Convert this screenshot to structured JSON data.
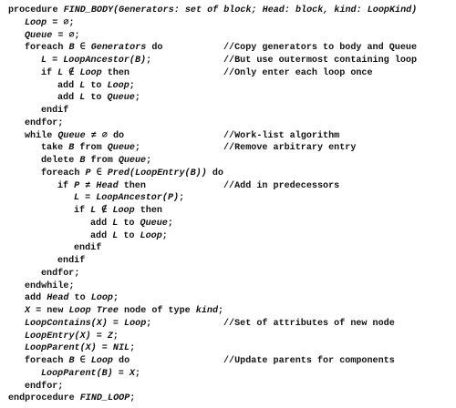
{
  "lines": [
    {
      "indent": 0,
      "code": [
        [
          "procedure ",
          false
        ],
        [
          "FIND_BODY(Generators: set of block; Head: block, kind: LoopKind)",
          true
        ]
      ],
      "comment": ""
    },
    {
      "indent": 1,
      "code": [
        [
          "Loop",
          true
        ],
        [
          " = ",
          false
        ],
        [
          "∅",
          true
        ],
        [
          ";",
          false
        ]
      ],
      "comment": ""
    },
    {
      "indent": 1,
      "code": [
        [
          "Queue",
          true
        ],
        [
          " = ",
          false
        ],
        [
          "∅",
          true
        ],
        [
          ";",
          false
        ]
      ],
      "comment": ""
    },
    {
      "indent": 1,
      "code": [
        [
          "foreach ",
          false
        ],
        [
          "B",
          true
        ],
        [
          " ∈ ",
          false
        ],
        [
          "Generators",
          true
        ],
        [
          " do",
          false
        ]
      ],
      "comment": "//Copy generators to body and Queue"
    },
    {
      "indent": 2,
      "code": [
        [
          "L",
          true
        ],
        [
          " = ",
          false
        ],
        [
          "LoopAncestor(B)",
          true
        ],
        [
          ";",
          false
        ]
      ],
      "comment": "//But use outermost containing loop"
    },
    {
      "indent": 2,
      "code": [
        [
          "if ",
          false
        ],
        [
          "L",
          true
        ],
        [
          " ∉ ",
          false
        ],
        [
          "Loop",
          true
        ],
        [
          " then",
          false
        ]
      ],
      "comment": "//Only enter each loop once"
    },
    {
      "indent": 3,
      "code": [
        [
          "add ",
          false
        ],
        [
          "L",
          true
        ],
        [
          " to ",
          false
        ],
        [
          "Loop",
          true
        ],
        [
          ";",
          false
        ]
      ],
      "comment": ""
    },
    {
      "indent": 3,
      "code": [
        [
          "add ",
          false
        ],
        [
          "L",
          true
        ],
        [
          " to ",
          false
        ],
        [
          "Queue",
          true
        ],
        [
          ";",
          false
        ]
      ],
      "comment": ""
    },
    {
      "indent": 2,
      "code": [
        [
          "endif",
          false
        ]
      ],
      "comment": ""
    },
    {
      "indent": 1,
      "code": [
        [
          "endfor;",
          false
        ]
      ],
      "comment": ""
    },
    {
      "indent": 1,
      "code": [
        [
          "while ",
          false
        ],
        [
          "Queue",
          true
        ],
        [
          " ≠ ∅ do",
          false
        ]
      ],
      "comment": "//Work-list algorithm"
    },
    {
      "indent": 2,
      "code": [
        [
          "take ",
          false
        ],
        [
          "B",
          true
        ],
        [
          " from ",
          false
        ],
        [
          "Queue",
          true
        ],
        [
          ";",
          false
        ]
      ],
      "comment": "//Remove arbitrary entry"
    },
    {
      "indent": 2,
      "code": [
        [
          "delete ",
          false
        ],
        [
          "B",
          true
        ],
        [
          " from ",
          false
        ],
        [
          "Queue",
          true
        ],
        [
          ";",
          false
        ]
      ],
      "comment": ""
    },
    {
      "indent": 2,
      "code": [
        [
          "foreach ",
          false
        ],
        [
          "P",
          true
        ],
        [
          " ∈ ",
          false
        ],
        [
          "Pred(LoopEntry(B))",
          true
        ],
        [
          " do",
          false
        ]
      ],
      "comment": ""
    },
    {
      "indent": 3,
      "code": [
        [
          "if ",
          false
        ],
        [
          "P",
          true
        ],
        [
          " ≠ ",
          false
        ],
        [
          "Head",
          true
        ],
        [
          " then",
          false
        ]
      ],
      "comment": "//Add in predecessors"
    },
    {
      "indent": 4,
      "code": [
        [
          "L",
          true
        ],
        [
          " = ",
          false
        ],
        [
          "LoopAncestor(P)",
          true
        ],
        [
          ";",
          false
        ]
      ],
      "comment": ""
    },
    {
      "indent": 4,
      "code": [
        [
          "if ",
          false
        ],
        [
          "L",
          true
        ],
        [
          " ∉ ",
          false
        ],
        [
          "Loop",
          true
        ],
        [
          " then",
          false
        ]
      ],
      "comment": ""
    },
    {
      "indent": 5,
      "code": [
        [
          "add ",
          false
        ],
        [
          "L",
          true
        ],
        [
          " to ",
          false
        ],
        [
          "Queue",
          true
        ],
        [
          ";",
          false
        ]
      ],
      "comment": ""
    },
    {
      "indent": 5,
      "code": [
        [
          "add ",
          false
        ],
        [
          "L",
          true
        ],
        [
          " to ",
          false
        ],
        [
          "Loop",
          true
        ],
        [
          ";",
          false
        ]
      ],
      "comment": ""
    },
    {
      "indent": 4,
      "code": [
        [
          "endif",
          false
        ]
      ],
      "comment": ""
    },
    {
      "indent": 3,
      "code": [
        [
          "endif",
          false
        ]
      ],
      "comment": ""
    },
    {
      "indent": 2,
      "code": [
        [
          "endfor;",
          false
        ]
      ],
      "comment": ""
    },
    {
      "indent": 1,
      "code": [
        [
          "endwhile;",
          false
        ]
      ],
      "comment": ""
    },
    {
      "indent": 1,
      "code": [
        [
          "add ",
          false
        ],
        [
          "Head",
          true
        ],
        [
          " to ",
          false
        ],
        [
          "Loop",
          true
        ],
        [
          ";",
          false
        ]
      ],
      "comment": ""
    },
    {
      "indent": 1,
      "code": [
        [
          "X",
          true
        ],
        [
          " = new ",
          false
        ],
        [
          "Loop Tree",
          true
        ],
        [
          " node of type ",
          false
        ],
        [
          "kind",
          true
        ],
        [
          ";",
          false
        ]
      ],
      "comment": ""
    },
    {
      "indent": 1,
      "code": [
        [
          "LoopContains(X)",
          true
        ],
        [
          " = ",
          false
        ],
        [
          "Loop",
          true
        ],
        [
          ";",
          false
        ]
      ],
      "comment": "//Set of attributes of new node"
    },
    {
      "indent": 1,
      "code": [
        [
          "LoopEntry(X)",
          true
        ],
        [
          " = ",
          false
        ],
        [
          "Z",
          true
        ],
        [
          ";",
          false
        ]
      ],
      "comment": ""
    },
    {
      "indent": 1,
      "code": [
        [
          "LoopParent(X)",
          true
        ],
        [
          " = ",
          false
        ],
        [
          "NIL",
          true
        ],
        [
          ";",
          false
        ]
      ],
      "comment": ""
    },
    {
      "indent": 1,
      "code": [
        [
          "foreach ",
          false
        ],
        [
          "B",
          true
        ],
        [
          " ∈ ",
          false
        ],
        [
          "Loop",
          true
        ],
        [
          " do",
          false
        ]
      ],
      "comment": "//Update parents for components"
    },
    {
      "indent": 2,
      "code": [
        [
          "LoopParent(B)",
          true
        ],
        [
          " = ",
          false
        ],
        [
          "X",
          true
        ],
        [
          ";",
          false
        ]
      ],
      "comment": ""
    },
    {
      "indent": 1,
      "code": [
        [
          "endfor;",
          false
        ]
      ],
      "comment": ""
    },
    {
      "indent": 0,
      "code": [
        [
          "endprocedure ",
          false
        ],
        [
          "FIND_LOOP",
          true
        ],
        [
          ";",
          false
        ]
      ],
      "comment": ""
    }
  ]
}
